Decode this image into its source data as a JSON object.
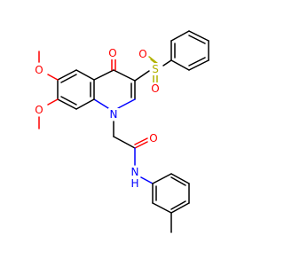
{
  "colors": {
    "bond": "#000000",
    "oxygen": "#ff0000",
    "nitrogen": "#0000ff",
    "sulfur": "#b2b200",
    "background": "#ffffff"
  },
  "atoms": {
    "o_ketone": "O",
    "o_sulfonyl_left": "O",
    "s_sulfonyl": "S",
    "o_sulfonyl_bottom": "O",
    "o_methoxy_top": "O",
    "o_methoxy_bottom": "O",
    "n_ring": "N",
    "o_amide": "O",
    "n_amide": "N",
    "h_amide": "H"
  }
}
